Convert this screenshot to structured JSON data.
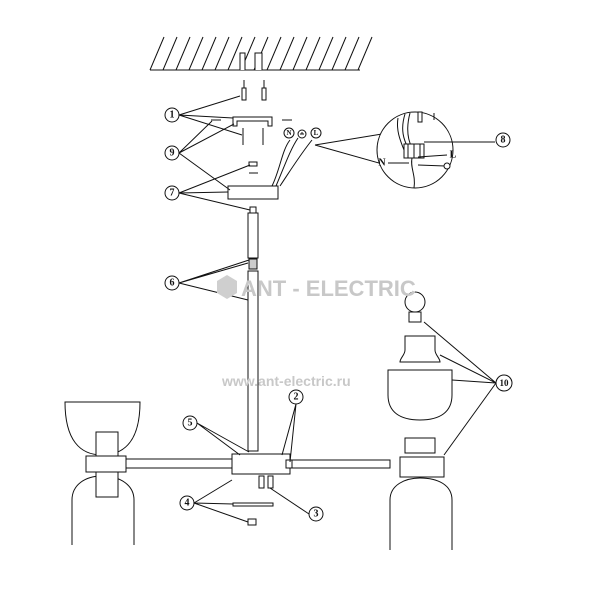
{
  "watermark": {
    "brand": "ANT - ELECTRIC",
    "url": "www.ant-electric.ru"
  },
  "callouts": {
    "c1": "1",
    "c2": "2",
    "c3": "3",
    "c4": "4",
    "c5": "5",
    "c6": "6",
    "c7": "7",
    "c8": "8",
    "c9": "9",
    "c10": "10"
  },
  "wire_labels": {
    "neutral": "N",
    "live": "L",
    "neutral_tag": "N",
    "live_tag": "L"
  }
}
